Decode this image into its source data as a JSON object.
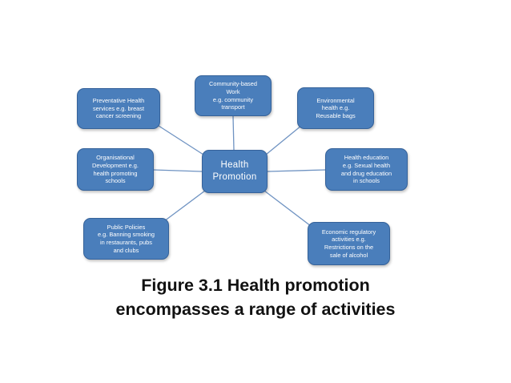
{
  "diagram": {
    "center": {
      "label": "Health\nPromotion"
    },
    "nodes": [
      {
        "id": "community",
        "label": "Community-based\nWork\ne.g. community\ntransport"
      },
      {
        "id": "preventative",
        "label": "Preventative Health\nservices e.g. breast\ncancer screening"
      },
      {
        "id": "environmental",
        "label": "Environmental\nhealth e.g.\nReusable bags"
      },
      {
        "id": "organisational",
        "label": "Organisational\nDevelopment e.g.\nhealth promoting\nschools"
      },
      {
        "id": "health-education",
        "label": "Health education\ne.g. Sexual health\nand drug education\nin schools"
      },
      {
        "id": "public-policies",
        "label": "Public Policies\ne.g. Banning smoking\nin restaurants, pubs\nand clubs"
      },
      {
        "id": "economic",
        "label": "Economic regulatory\nactivities e.g.\nRestrictions on the\nsale of alcohol"
      }
    ],
    "colors": {
      "node_fill": "#4a7ebb",
      "node_border": "#35629a",
      "connector": "#6f93c2"
    }
  },
  "caption": {
    "line1": "Figure 3.1 Health promotion",
    "line2": "encompasses a range of activities"
  }
}
